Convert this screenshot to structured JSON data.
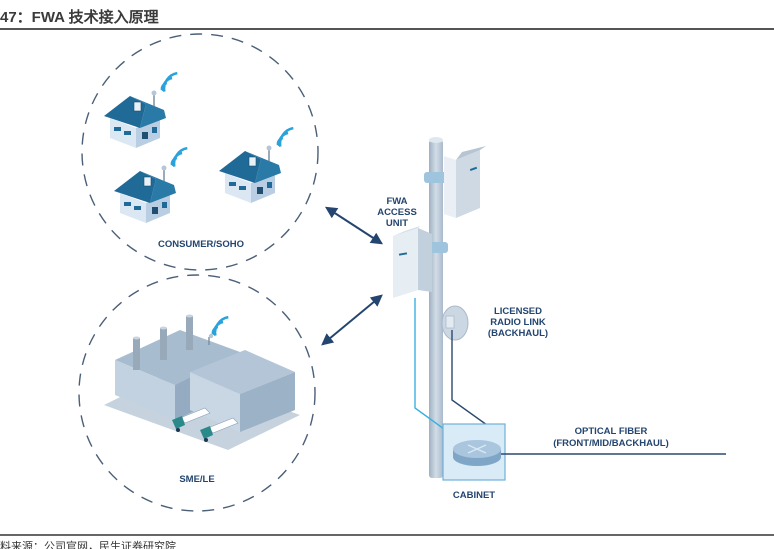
{
  "header": {
    "title": "47：FWA 技术接入原理"
  },
  "footer": {
    "source": "料来源：公司官网，民生证券研究院"
  },
  "diagram": {
    "groups": [
      {
        "id": "consumer",
        "label": "CONSUMER/SOHO"
      },
      {
        "id": "enterprise",
        "label": "SME/LE"
      }
    ],
    "labels": {
      "access_unit": [
        "FWA",
        "ACCESS",
        "UNIT"
      ],
      "radio_link": [
        "LICENSED",
        "RADIO LINK",
        "(BACKHAUL)"
      ],
      "fiber": [
        "OPTICAL FIBER",
        "(FRONT/MID/BACKHAUL)"
      ],
      "cabinet": "CABINET"
    },
    "colors": {
      "label_text": "#23456f",
      "house_roof": "#1f6a96",
      "wifi": "#2aa3dc",
      "arrow": "#23456f",
      "fiber_line": "#2b4a6e",
      "light_fiber": "#3bb0e0",
      "pole": "#b8c6d4",
      "cabinet_fill": "#d8ebf7",
      "cabinet_border": "#6fb0d8"
    }
  }
}
